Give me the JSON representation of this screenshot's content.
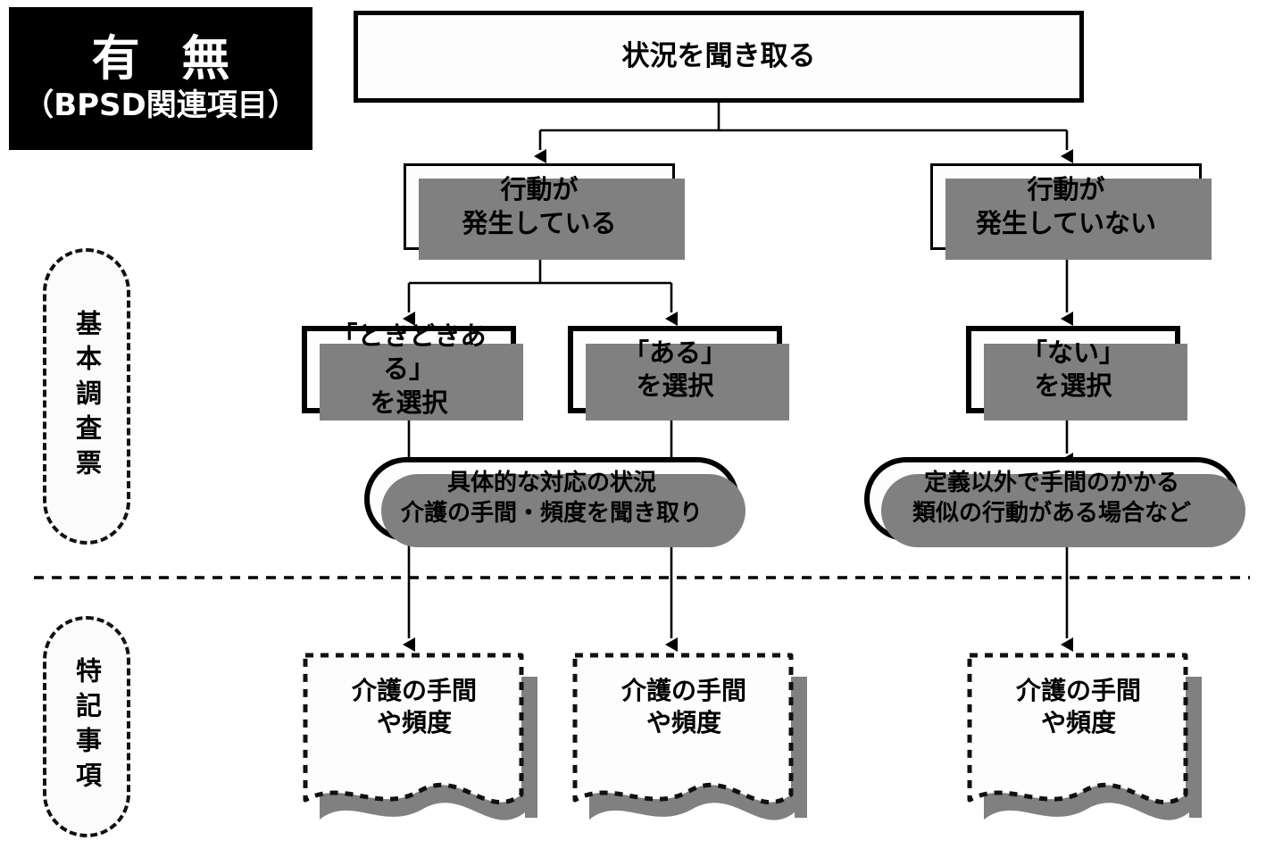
{
  "title": {
    "main": "有 無",
    "sub": "（BPSD関連項目）"
  },
  "side_labels": [
    {
      "id": "basic",
      "text": "基本調査票"
    },
    {
      "id": "notes",
      "text": "特記事項"
    }
  ],
  "nodes": {
    "top": "状況を聞き取る",
    "occurring": "行動が\n発生している",
    "not_occurring": "行動が\n発生していない",
    "choice_sometimes": "「ときどきある」\nを選択",
    "choice_yes": "「ある」\nを選択",
    "choice_no": "「ない」\nを選択",
    "detail_pill": "具体的な対応の状況\n介護の手間・頻度を聞き取り",
    "similar_pill": "定義以外で手間のかかる\n類似の行動がある場合など",
    "doc_left": "介護の手間\nや頻度",
    "doc_mid": "介護の手間\nや頻度",
    "doc_right": "介護の手間\nや頻度"
  },
  "colors": {
    "title_bg": "#000000",
    "title_fg": "#ffffff",
    "node_fill": "#fdfdfd",
    "node_stroke": "#000000",
    "shadow": "#808080",
    "divider": "#000000"
  }
}
